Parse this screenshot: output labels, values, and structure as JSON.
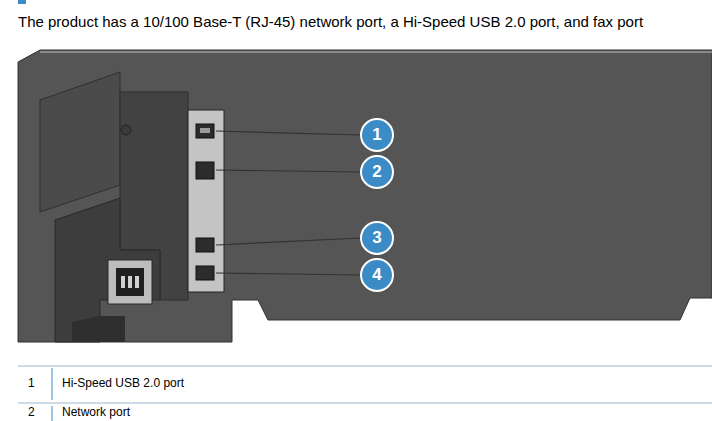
{
  "diagram": {
    "labels": [
      "The product has a 10/100 Base-T (RJ-45) network port, a Hi-Speed USB 2.0 port, and fax port",
      "1",
      "2",
      "3",
      "4",
      "1",
      "Hi-Speed USB 2.0 port",
      "2",
      "Network port"
    ]
  }
}
